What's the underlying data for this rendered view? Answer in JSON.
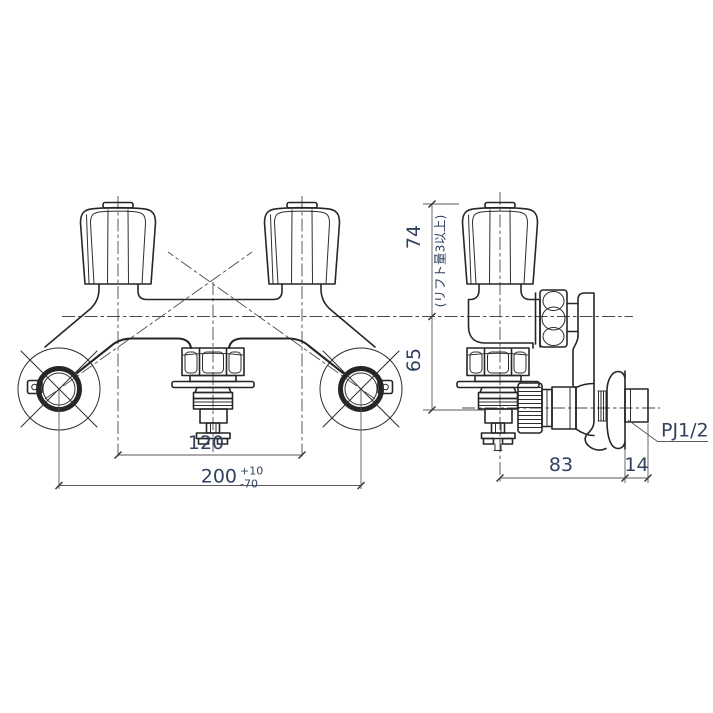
{
  "drawing": {
    "dimensions": {
      "center_spacing": "120",
      "overall_width": "200",
      "overall_width_tol_upper": "+10",
      "overall_width_tol_lower": "-70",
      "handle_height": "74",
      "lift_note": "(リフト量3以上)",
      "spout_drop": "65",
      "wall_to_center": "83",
      "pipe_length": "14",
      "thread_label": "PJ1/2"
    }
  }
}
